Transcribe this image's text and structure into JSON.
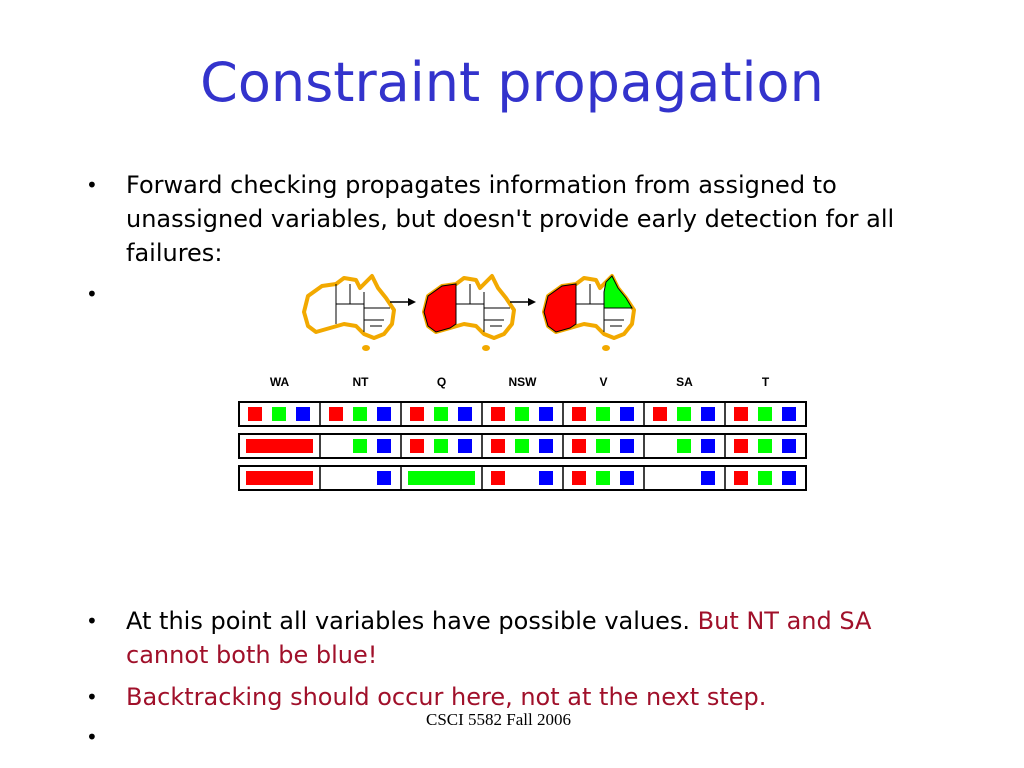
{
  "title": "Constraint propagation",
  "bullets": [
    {
      "text": "Forward checking propagates information from assigned to unassigned variables, but doesn't provide early detection for all failures:"
    },
    {
      "text": ""
    },
    {
      "text": "At this point all variables have possible values. ",
      "highlight": "But NT and SA cannot both be blue!"
    },
    {
      "text": "",
      "highlight": " Backtracking should occur here, not at the next step."
    },
    {
      "text": ""
    }
  ],
  "figure": {
    "columns": [
      "WA",
      "NT",
      "Q",
      "NSW",
      "V",
      "SA",
      "T"
    ],
    "colors": {
      "red": "#ff0000",
      "green": "#00ff00",
      "blue": "#0000ff"
    },
    "rows": [
      [
        [
          "red",
          "green",
          "blue"
        ],
        [
          "red",
          "green",
          "blue"
        ],
        [
          "red",
          "green",
          "blue"
        ],
        [
          "red",
          "green",
          "blue"
        ],
        [
          "red",
          "green",
          "blue"
        ],
        [
          "red",
          "green",
          "blue"
        ],
        [
          "red",
          "green",
          "blue"
        ]
      ],
      [
        [
          "red"
        ],
        [
          "green",
          "blue"
        ],
        [
          "red",
          "green",
          "blue"
        ],
        [
          "red",
          "green",
          "blue"
        ],
        [
          "red",
          "green",
          "blue"
        ],
        [
          "green",
          "blue"
        ],
        [
          "red",
          "green",
          "blue"
        ]
      ],
      [
        [
          "red"
        ],
        [
          "blue"
        ],
        [
          "green"
        ],
        [
          "red",
          "blue"
        ],
        [
          "red",
          "green",
          "blue"
        ],
        [
          "blue"
        ],
        [
          "red",
          "green",
          "blue"
        ]
      ]
    ],
    "maps": [
      {
        "WA": "none",
        "Q": "none"
      },
      {
        "WA": "red",
        "Q": "none"
      },
      {
        "WA": "red",
        "Q": "green"
      }
    ]
  },
  "footer": "CSCI 5582 Fall 2006"
}
